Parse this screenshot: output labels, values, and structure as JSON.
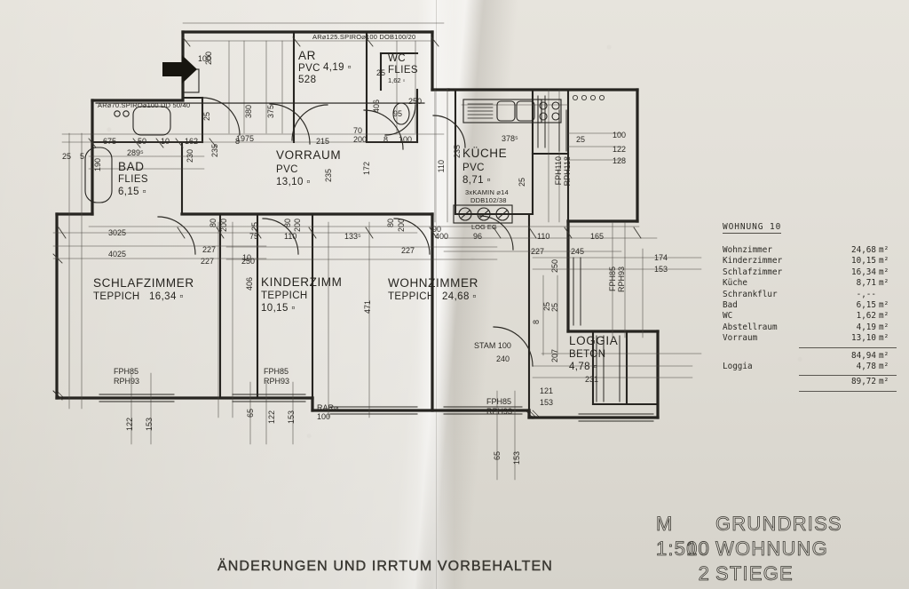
{
  "document": {
    "caption": "ÄNDERUNGEN UND IRRTUM VORBEHALTEN",
    "title_block": {
      "drawing_type": "GRUNDRISS",
      "scale": "M 1:500",
      "apartment_label": "WOHNUNG",
      "apartment_number": "10",
      "staircase_label": "STIEGE",
      "staircase_number": "2"
    }
  },
  "schedule": {
    "heading": "WOHNUNG  10",
    "unit": "m²",
    "rows": [
      {
        "name": "Wohnzimmer",
        "area": "24,68"
      },
      {
        "name": "Kinderzimmer",
        "area": "10,15"
      },
      {
        "name": "Schlafzimmer",
        "area": "16,34"
      },
      {
        "name": "Küche",
        "area": "8,71"
      },
      {
        "name": "Schrankflur",
        "area": "-,--"
      },
      {
        "name": "Bad",
        "area": "6,15"
      },
      {
        "name": "WC",
        "area": "1,62"
      },
      {
        "name": "Abstellraum",
        "area": "4,19"
      },
      {
        "name": "Vorraum",
        "area": "13,10"
      }
    ],
    "subtotal": {
      "name": "",
      "area": "84,94"
    },
    "loggia": {
      "name": "Loggia",
      "area": "4,78"
    },
    "total": {
      "name": "",
      "area": "89,72"
    }
  },
  "rooms": [
    {
      "id": "ar",
      "name": "AR",
      "floor": "PVC",
      "area": "4,19 ▫",
      "extra": "528"
    },
    {
      "id": "wc",
      "name": "WC",
      "floor": "FLIES",
      "area": "1,62 ▫",
      "extra": ""
    },
    {
      "id": "bad",
      "name": "BAD",
      "floor": "FLIES",
      "area": "6,15 ▫",
      "extra": ""
    },
    {
      "id": "vorraum",
      "name": "VORRAUM",
      "floor": "PVC",
      "area": "13,10 ▫",
      "extra": ""
    },
    {
      "id": "kueche",
      "name": "KÜCHE",
      "floor": "PVC",
      "area": "8,71 ▫",
      "extra": ""
    },
    {
      "id": "schlafzimmer",
      "name": "SCHLAFZIMMER",
      "floor": "TEPPICH",
      "area": "16,34 ▫",
      "extra": ""
    },
    {
      "id": "kinderzimmer",
      "name": "KINDERZIMM",
      "floor": "TEPPICH",
      "area": "10,15 ▫",
      "extra": ""
    },
    {
      "id": "wohnzimmer",
      "name": "WOHNZIMMER",
      "floor": "TEPPICH",
      "area": "24,68 ▫",
      "extra": ""
    },
    {
      "id": "loggia",
      "name": "LOGGIA",
      "floor": "BETON",
      "area": "4,78 ▫",
      "extra": ""
    }
  ],
  "annotations": {
    "duct_top": "AR⌀125.SPIRO⌀100 DOB100/20",
    "duct_left": "AR⌀70.SPIRO⌀100 DD 50/40",
    "chimney": "3xKAMIN ⌀14",
    "chimney_sub": "DDB102/38",
    "stove": "LOG EG",
    "stove_val": "96",
    "stam": "STAM 100",
    "stam_val": "240",
    "rar": "RAR⌀",
    "rar_val": "100"
  },
  "dimensions": {
    "top": [
      "5",
      "5",
      "5",
      "25",
      "20",
      "10",
      "25",
      "25",
      "100"
    ],
    "left": [
      "675",
      "50",
      "10",
      "162",
      "8",
      "289⁵",
      "25",
      "5",
      "190",
      "230",
      "235",
      "3025",
      "4025",
      "227",
      "25",
      "122",
      "153"
    ],
    "mid": [
      "1975",
      "380",
      "375",
      "172",
      "215",
      "70",
      "200",
      "8",
      "100",
      "95",
      "250",
      "65",
      "75",
      "10",
      "227",
      "250",
      "133⁵",
      "110",
      "80",
      "200",
      "471",
      "406",
      "65",
      "122",
      "153",
      "25",
      "400",
      "90",
      "121"
    ],
    "right": [
      "378⁵",
      "235",
      "25",
      "100",
      "122",
      "128",
      "110",
      "165",
      "227",
      "245",
      "250",
      "174",
      "153",
      "231",
      "207",
      "25",
      "8",
      "5"
    ],
    "labels": [
      "FPH85",
      "RPH93",
      "FPH110",
      "RPH118",
      "FPH85",
      "RPH93"
    ]
  }
}
